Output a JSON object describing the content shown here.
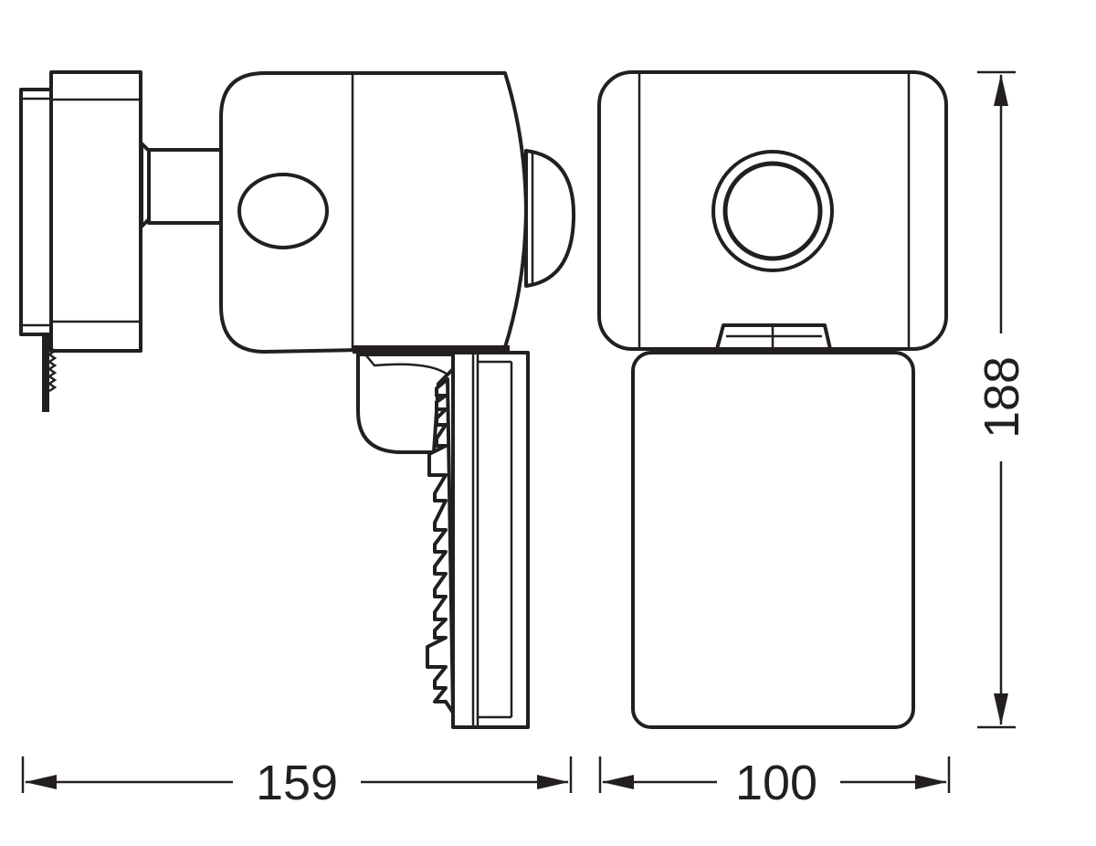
{
  "dimensions": {
    "side_width": "159",
    "front_width": "100",
    "height": "188"
  },
  "colors": {
    "line": "#231f20",
    "background": "#ffffff"
  }
}
